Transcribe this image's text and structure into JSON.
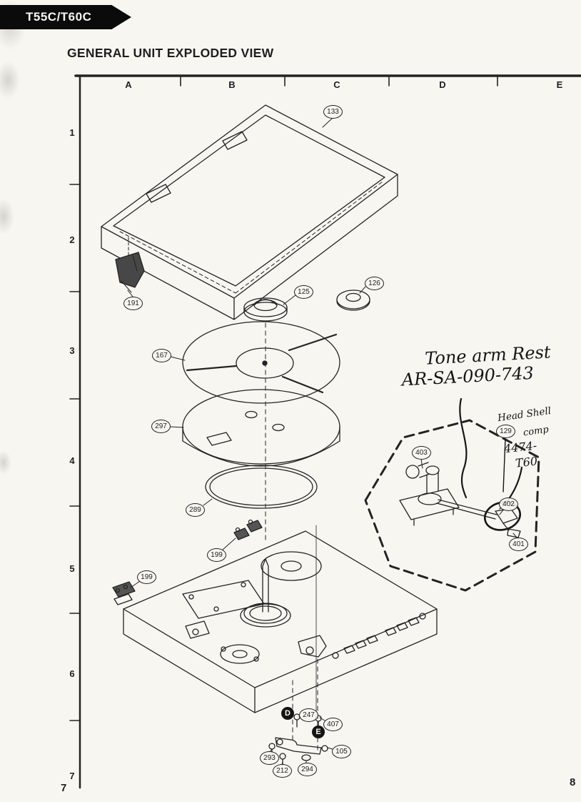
{
  "page": {
    "model_label": "T55C/T60C",
    "title": "GENERAL UNIT EXPLODED VIEW",
    "page_number_left": "7",
    "page_number_right": "8"
  },
  "grid": {
    "columns": [
      "A",
      "B",
      "C",
      "D",
      "E"
    ],
    "rows": [
      "1",
      "2",
      "3",
      "4",
      "5",
      "6",
      "7"
    ]
  },
  "handwritten": {
    "tonearm_line1": "Tone arm Rest",
    "tonearm_line2": "AR-SA-090-743",
    "headshell_line1": "Head Shell",
    "headshell_line2": "comp",
    "headshell_line3": "4474-",
    "headshell_line4": "T60"
  },
  "callouts": [
    {
      "label": "133"
    },
    {
      "label": "191"
    },
    {
      "label": "125"
    },
    {
      "label": "126"
    },
    {
      "label": "167"
    },
    {
      "label": "297"
    },
    {
      "label": "289"
    },
    {
      "label": "199"
    },
    {
      "label": "199"
    },
    {
      "label": "403"
    },
    {
      "label": "129"
    },
    {
      "label": "402"
    },
    {
      "label": "401"
    },
    {
      "label": "247"
    },
    {
      "label": "407"
    },
    {
      "label": "105"
    },
    {
      "label": "293"
    },
    {
      "label": "212"
    },
    {
      "label": "294"
    }
  ],
  "markers": [
    {
      "label": "D"
    },
    {
      "label": "E"
    }
  ],
  "colors": {
    "paper": "#f7f6f1",
    "ink": "#1f1f1f",
    "banner": "#0b0b0b"
  }
}
